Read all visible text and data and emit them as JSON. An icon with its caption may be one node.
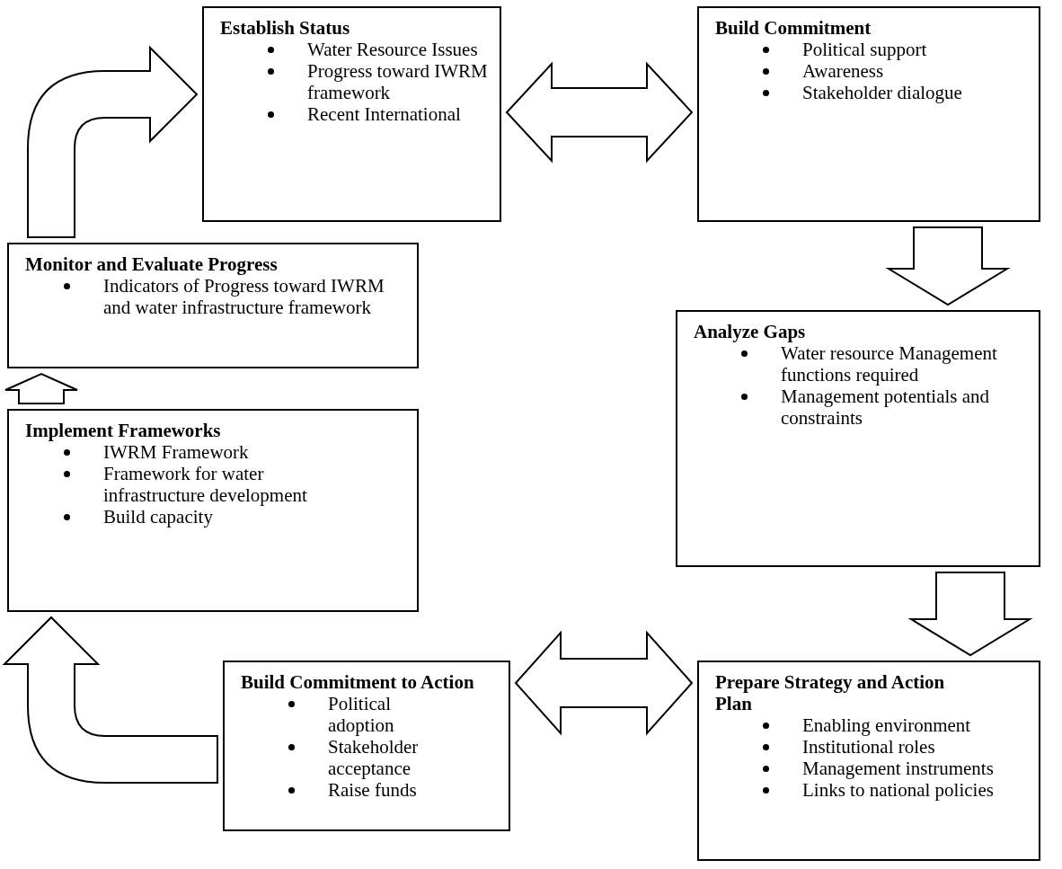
{
  "diagram": {
    "nodes": [
      {
        "text": [
          "Establish Status",
          "Water Resource Issues",
          "Progress toward IWRM framework",
          "Recent International"
        ]
      },
      {
        "text": [
          "Build Commitment",
          "Political  support",
          "Awareness",
          "Stakeholder dialogue"
        ]
      },
      {
        "text": [
          "Monitor and Evaluate Progress",
          "Indicators of Progress toward IWRM and water infrastructure framework"
        ]
      },
      {
        "text": [
          "Analyze Gaps",
          "Water resource Management functions required",
          "Management potentials and constraints"
        ]
      },
      {
        "text": [
          "Implement Frameworks",
          "IWRM Framework",
          "Framework for water infrastructure development",
          "Build capacity"
        ]
      },
      {
        "text": [
          "Build Commitment to Action",
          "Political adoption",
          "Stakeholder acceptance",
          "Raise funds"
        ]
      },
      {
        "text": [
          "Prepare Strategy and Action Plan",
          "Enabling environment",
          "Institutional roles",
          "Management instruments",
          "Links to national policies"
        ]
      }
    ],
    "edges": [
      {
        "from": 0,
        "to": 1,
        "arrow": "both"
      },
      {
        "from": 1,
        "to": 3,
        "arrow": "to"
      },
      {
        "from": 3,
        "to": 6,
        "arrow": "to"
      },
      {
        "from": 6,
        "to": 5,
        "arrow": "both"
      },
      {
        "from": 5,
        "to": 4,
        "arrow": "to"
      },
      {
        "from": 4,
        "to": 2,
        "arrow": "to"
      },
      {
        "from": 2,
        "to": 0,
        "arrow": "to"
      }
    ]
  }
}
